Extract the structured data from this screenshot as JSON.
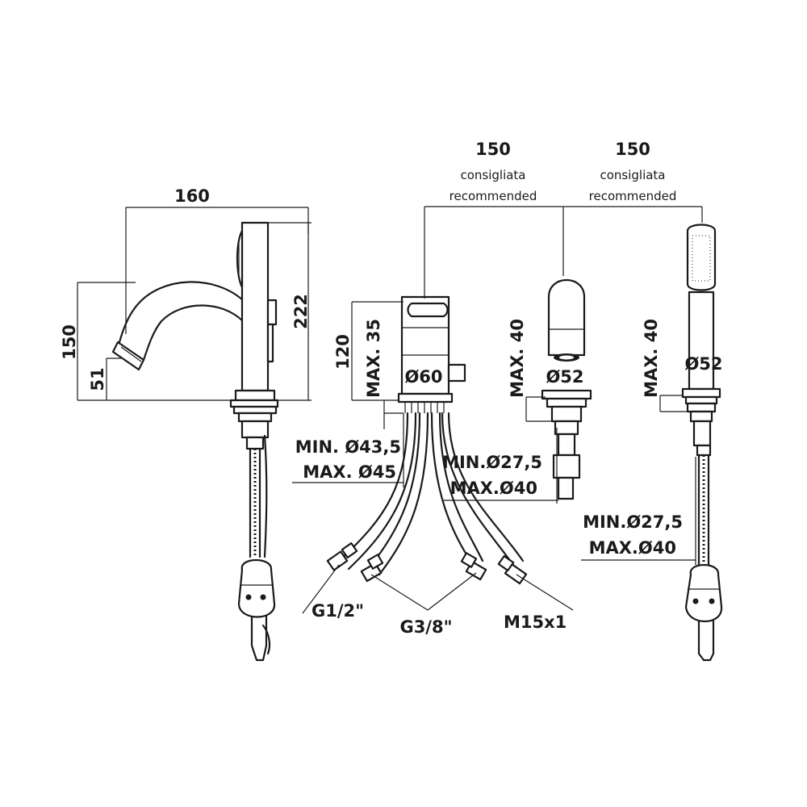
{
  "dimensions": {
    "spout_reach": "160",
    "spout_height": "150",
    "spout_outlet": "51",
    "spout_total": "222",
    "body_height": "120",
    "body_max": "MAX. 35",
    "body_dia": "Ø60",
    "hole1_min": "MIN. Ø43,5",
    "hole1_max": "MAX. Ø45",
    "spacing_1": "150",
    "spacing_2": "150",
    "spacing_note_it": "consigliata",
    "spacing_note_en": "recommended",
    "handle_max": "MAX. 40",
    "handle_dia": "Ø52",
    "hole2_min": "MIN.Ø27,5",
    "hole2_max": "MAX.Ø40",
    "shower_max": "MAX. 40",
    "shower_dia": "Ø52",
    "hole3_min": "MIN.Ø27,5",
    "hole3_max": "MAX.Ø40",
    "thread_1": "G1/2\"",
    "thread_2": "G3/8\"",
    "thread_3": "M15x1"
  }
}
